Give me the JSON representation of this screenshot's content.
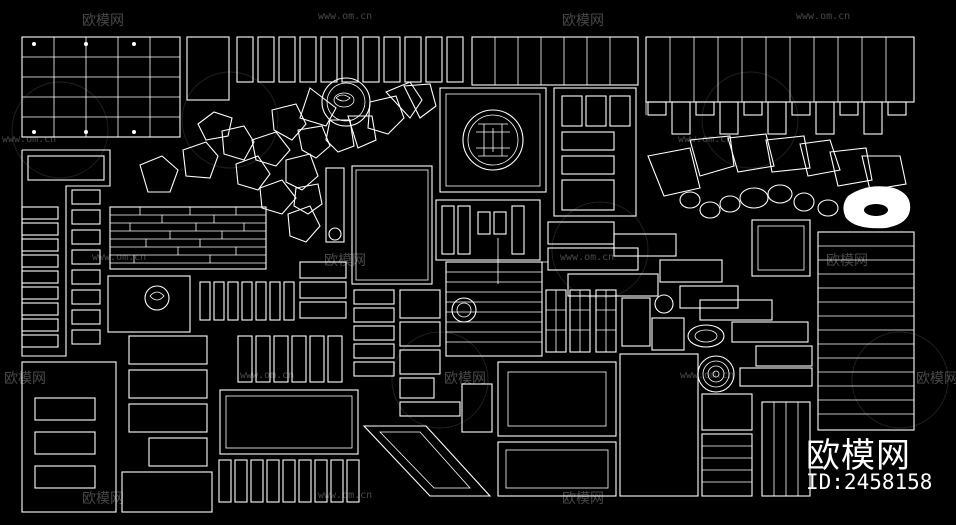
{
  "watermark": {
    "brand_text": "欧模网",
    "url_text": "www.om.cn"
  },
  "brand": {
    "name": "欧模网",
    "id_text": "ID:2458158"
  }
}
